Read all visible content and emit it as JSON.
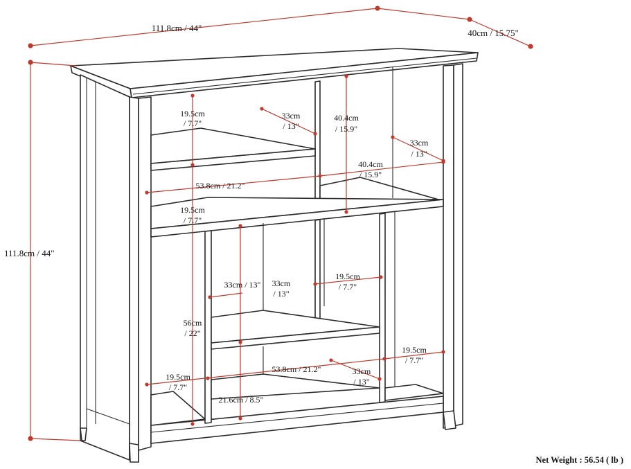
{
  "colors": {
    "dimension_line": "#c0392b",
    "outline": "#2b2b2b",
    "text": "#111111"
  },
  "overall": {
    "width_label": "111.8cm / 44\"",
    "depth_label": "40cm / 15.75\"",
    "height_label": "111.8cm / 44\""
  },
  "upper_left": {
    "shelf_height_label_1": "19.5cm",
    "shelf_height_label_2": "/ 7.7\"",
    "depth_label_1": "33cm",
    "depth_label_2": "/ 13\""
  },
  "upper_right": {
    "height_label_1": "40.4cm",
    "height_label_2": "/ 15.9\"",
    "depth_label_1": "33cm",
    "depth_label_2": "/ 13\"",
    "width_label_1": "40.4cm",
    "width_label_2": "/ 15.9\""
  },
  "middle": {
    "width_label": "53.8cm / 21.2\"",
    "shelf_height_label_1": "19.5cm",
    "shelf_height_label_2": "/ 7.7\""
  },
  "lower_center": {
    "left_depth_label": "33cm / 13\"",
    "right_depth_label_1": "33cm",
    "right_depth_label_2": "/ 13\"",
    "compartment_height_label_1": "19.5cm",
    "compartment_height_label_2": "/ 7.7\"",
    "width_label": "53.8cm / 21.2\"",
    "bottom_depth_label_1": "33cm",
    "bottom_depth_label_2": "/ 13\"",
    "bottom_height_label": "21.6cm / 8.5\""
  },
  "lower_left": {
    "cabinet_height_label_1": "56cm",
    "cabinet_height_label_2": "/ 22\"",
    "shelf_height_label_1": "19.5cm",
    "shelf_height_label_2": "/ 7.7\""
  },
  "lower_right": {
    "shelf_height_label_1": "19.5cm",
    "shelf_height_label_2": "/ 7.7\""
  },
  "weight": {
    "label": "Net Weight : 56.54 ( lb )"
  }
}
